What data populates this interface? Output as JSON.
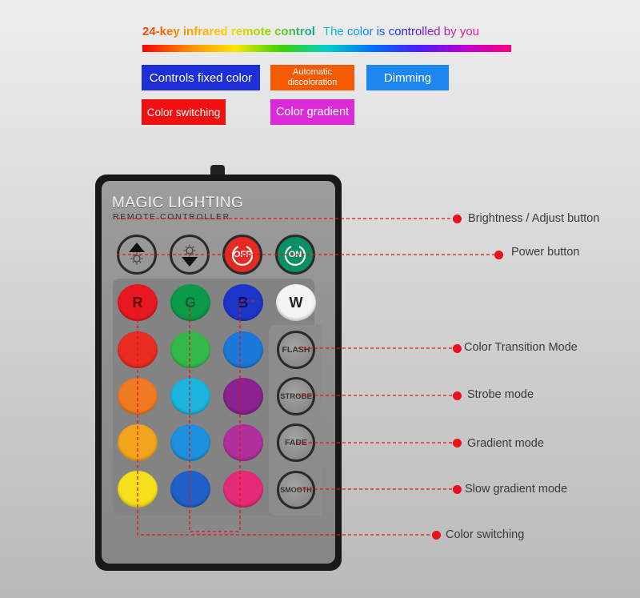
{
  "header": {
    "title_part1": "24-key infrared remote control",
    "title_part2": "The color is controlled by you"
  },
  "tags": [
    {
      "id": "fixed",
      "text": "Controls fixed color",
      "bg": "#1e2fd8"
    },
    {
      "id": "auto",
      "text": "Automatic discoloration",
      "bg": "#f45b00"
    },
    {
      "id": "dimming",
      "text": "Dimming",
      "bg": "#1e86f0"
    },
    {
      "id": "switching",
      "text": "Color switching",
      "bg": "#f01010"
    },
    {
      "id": "gradient",
      "text": "Color gradient",
      "bg": "#dd2ad8"
    }
  ],
  "remote": {
    "brand": "MAGIC LIGHTING",
    "subtitle": "REMOTE CONTROLLER",
    "top_buttons": [
      {
        "id": "brightness-up",
        "icon": "sun-up-icon",
        "bg": "#f4f4f4"
      },
      {
        "id": "brightness-down",
        "icon": "sun-down-icon",
        "bg": "#f4f4f4"
      },
      {
        "id": "off",
        "label": "OFF",
        "icon": "power-icon",
        "bg": "#e42a23"
      },
      {
        "id": "on",
        "label": "ON",
        "icon": "power-icon",
        "bg": "#0c8f63"
      }
    ],
    "rgbw": [
      {
        "label": "R",
        "bg": "#e81820",
        "text": "#5a0000"
      },
      {
        "label": "G",
        "bg": "#0a9a48",
        "text": "#063"
      },
      {
        "label": "B",
        "bg": "#1c36c8",
        "text": "#061060"
      },
      {
        "label": "W",
        "bg": "#f4f4f4",
        "text": "#222"
      }
    ],
    "color_grid": [
      [
        "#ea2b1f",
        "#33b94a",
        "#1b78d8"
      ],
      [
        "#f07a22",
        "#1cb3dd",
        "#8a2290"
      ],
      [
        "#f4a51e",
        "#1e90e0",
        "#b12f9a"
      ],
      [
        "#f6e01c",
        "#1e5fc8",
        "#e52a78"
      ]
    ],
    "modes": [
      "FLASH",
      "STROBE",
      "FADE",
      "SMOOTH"
    ]
  },
  "callouts": [
    {
      "id": "brightness",
      "text": "Brightness / Adjust button"
    },
    {
      "id": "power",
      "text": "Power button"
    },
    {
      "id": "flash",
      "text": "Color Transition Mode"
    },
    {
      "id": "strobe",
      "text": "Strobe mode"
    },
    {
      "id": "fade",
      "text": "Gradient mode"
    },
    {
      "id": "smooth",
      "text": "Slow gradient mode"
    },
    {
      "id": "switching",
      "text": "Color switching"
    }
  ],
  "colors": {
    "callout_line": "#e8101a"
  }
}
